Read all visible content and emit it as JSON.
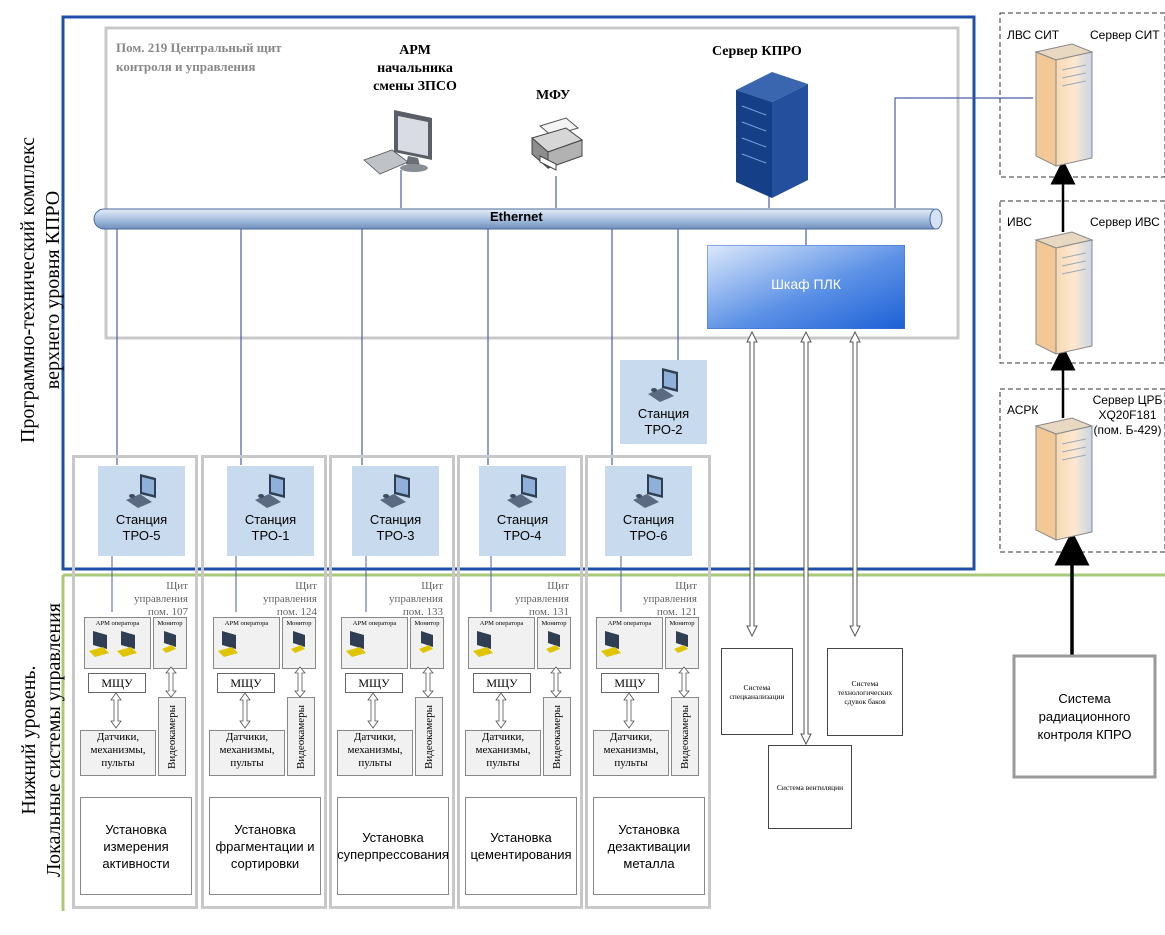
{
  "side_labels": {
    "upper": [
      "Программно-технический комплекс",
      "верхнего уровня КПРО"
    ],
    "lower": [
      "Нижний уровень.",
      "Локальные системы управления"
    ]
  },
  "room": {
    "title": [
      "Пом. 219 Центральный щит",
      "контроля и управления"
    ]
  },
  "arm_chief": [
    "АРМ",
    "начальника",
    "смены ЗПСО"
  ],
  "mfu": "МФУ",
  "server_kpro": "Сервер КПРО",
  "ethernet": "Ethernet",
  "plc": "Шкаф ПЛК",
  "station_tro2": [
    "Станция",
    "ТРО-2"
  ],
  "units": [
    {
      "station": [
        "Станция",
        "ТРО-5"
      ],
      "shield": [
        "Щит",
        "управления",
        "пом. 107"
      ],
      "install": [
        "Установка",
        "измерения",
        "активности"
      ]
    },
    {
      "station": [
        "Станция",
        "ТРО-1"
      ],
      "shield": [
        "Щит",
        "управления",
        "пом. 124"
      ],
      "install": [
        "Установка",
        "фрагментации и",
        "сортировки"
      ]
    },
    {
      "station": [
        "Станция",
        "ТРО-3"
      ],
      "shield": [
        "Щит",
        "управления",
        "пом. 133"
      ],
      "install": [
        "Установка",
        "суперпрессования"
      ]
    },
    {
      "station": [
        "Станция",
        "ТРО-4"
      ],
      "shield": [
        "Щит",
        "управления",
        "пом. 131"
      ],
      "install": [
        "Установка",
        "цементирования"
      ]
    },
    {
      "station": [
        "Станция",
        "ТРО-6"
      ],
      "shield": [
        "Щит",
        "управления",
        "пом. 121"
      ],
      "install": [
        "Установка",
        "дезактивации",
        "металла"
      ]
    }
  ],
  "unit_common": {
    "arm": "АРМ оператора",
    "monitor": "Монитор",
    "mcu": "МЩУ",
    "sensors": [
      "Датчики,",
      "механизмы,",
      "пульты"
    ],
    "cameras": "Видеокамеры"
  },
  "systems": {
    "sewer": [
      "Система",
      "спецканализации"
    ],
    "vent": [
      "Система вентиляции"
    ],
    "tanks": [
      "Система",
      "технологических",
      "сдувок баков"
    ]
  },
  "right_blocks": [
    {
      "left": "ЛВС СИТ",
      "right": [
        "Сервер СИТ"
      ]
    },
    {
      "left": "ИВС",
      "right": [
        "Сервер ИВС"
      ]
    },
    {
      "left": "АСРК",
      "right": [
        "Сервер ЦРБ",
        "XQ20F181",
        "(пом. Б-429)"
      ]
    }
  ],
  "radiation": [
    "Система",
    "радиационного",
    "контроля КПРО"
  ],
  "colors": {
    "upper_frame": "#1f4fa8",
    "lower_line": "#a9c978",
    "station_fill": "#c8dbee",
    "grey_frame": "#c8c8c8"
  }
}
